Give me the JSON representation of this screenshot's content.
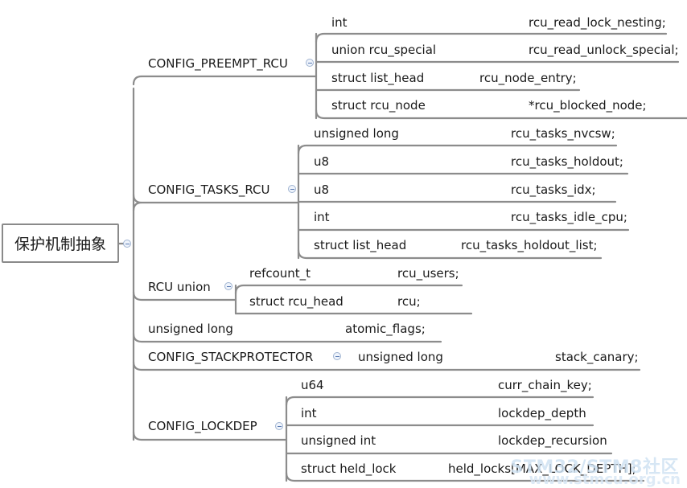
{
  "root": "保护机制抽象",
  "groups": [
    {
      "label": "CONFIG_PREEMPT_RCU",
      "fields": [
        {
          "type": "int",
          "name": "rcu_read_lock_nesting;"
        },
        {
          "type": "union rcu_special",
          "name": "rcu_read_unlock_special;"
        },
        {
          "type": "struct list_head",
          "name": "rcu_node_entry;"
        },
        {
          "type": "struct rcu_node",
          "name": "*rcu_blocked_node;"
        }
      ]
    },
    {
      "label": "CONFIG_TASKS_RCU",
      "fields": [
        {
          "type": "unsigned long",
          "name": "rcu_tasks_nvcsw;"
        },
        {
          "type": "u8",
          "name": "rcu_tasks_holdout;"
        },
        {
          "type": "u8",
          "name": "rcu_tasks_idx;"
        },
        {
          "type": "int",
          "name": "rcu_tasks_idle_cpu;"
        },
        {
          "type": "struct list_head",
          "name": "rcu_tasks_holdout_list;"
        }
      ]
    },
    {
      "label": "RCU union",
      "fields": [
        {
          "type": "refcount_t",
          "name": "rcu_users;"
        },
        {
          "type": "struct rcu_head",
          "name": "rcu;"
        }
      ]
    },
    {
      "label": "unsigned long",
      "value": "atomic_flags;"
    },
    {
      "label": "CONFIG_STACKPROTECTOR",
      "fields": [
        {
          "type": "unsigned long",
          "name": "stack_canary;"
        }
      ]
    },
    {
      "label": "CONFIG_LOCKDEP",
      "fields": [
        {
          "type": "u64",
          "name": "curr_chain_key;"
        },
        {
          "type": "int",
          "name": "lockdep_depth"
        },
        {
          "type": "unsigned int",
          "name": "lockdep_recursion"
        },
        {
          "type": "struct held_lock",
          "name": "held_locks[MAX_LOCK_DEPTH];"
        }
      ]
    }
  ],
  "watermark": {
    "line1": "STM32/STM8社区",
    "line2": "www.stmcu.org.cn"
  }
}
